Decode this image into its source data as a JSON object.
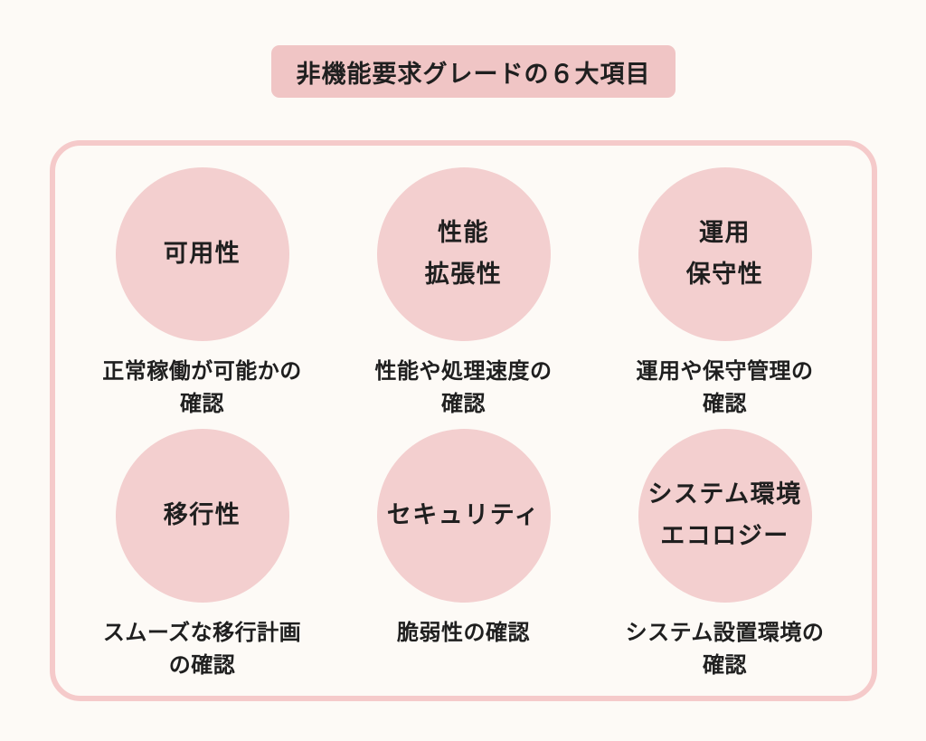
{
  "title": "非機能要求グレードの６大項目",
  "colors": {
    "background": "#fdfaf6",
    "circle_fill": "#f3cfcf",
    "title_fill": "#f0c5c5",
    "panel_border": "#f5caca",
    "text": "#1f1f1f"
  },
  "items": [
    {
      "id": "availability",
      "label_lines": [
        "可用性"
      ],
      "desc_lines": [
        "正常稼働が可能かの",
        "確認"
      ]
    },
    {
      "id": "performance-scalability",
      "label_lines": [
        "性能",
        "拡張性"
      ],
      "desc_lines": [
        "性能や処理速度の",
        "確認"
      ]
    },
    {
      "id": "operation-maintainability",
      "label_lines": [
        "運用",
        "保守性"
      ],
      "desc_lines": [
        "運用や保守管理の",
        "確認"
      ]
    },
    {
      "id": "migratability",
      "label_lines": [
        "移行性"
      ],
      "desc_lines": [
        "スムーズな移行計画",
        "の確認"
      ]
    },
    {
      "id": "security",
      "label_lines": [
        "セキュリティ"
      ],
      "desc_lines": [
        "脆弱性の確認"
      ]
    },
    {
      "id": "system-environment-ecology",
      "label_lines": [
        "システム環境",
        "エコロジー"
      ],
      "desc_lines": [
        "システム設置環境の",
        "確認"
      ]
    }
  ]
}
